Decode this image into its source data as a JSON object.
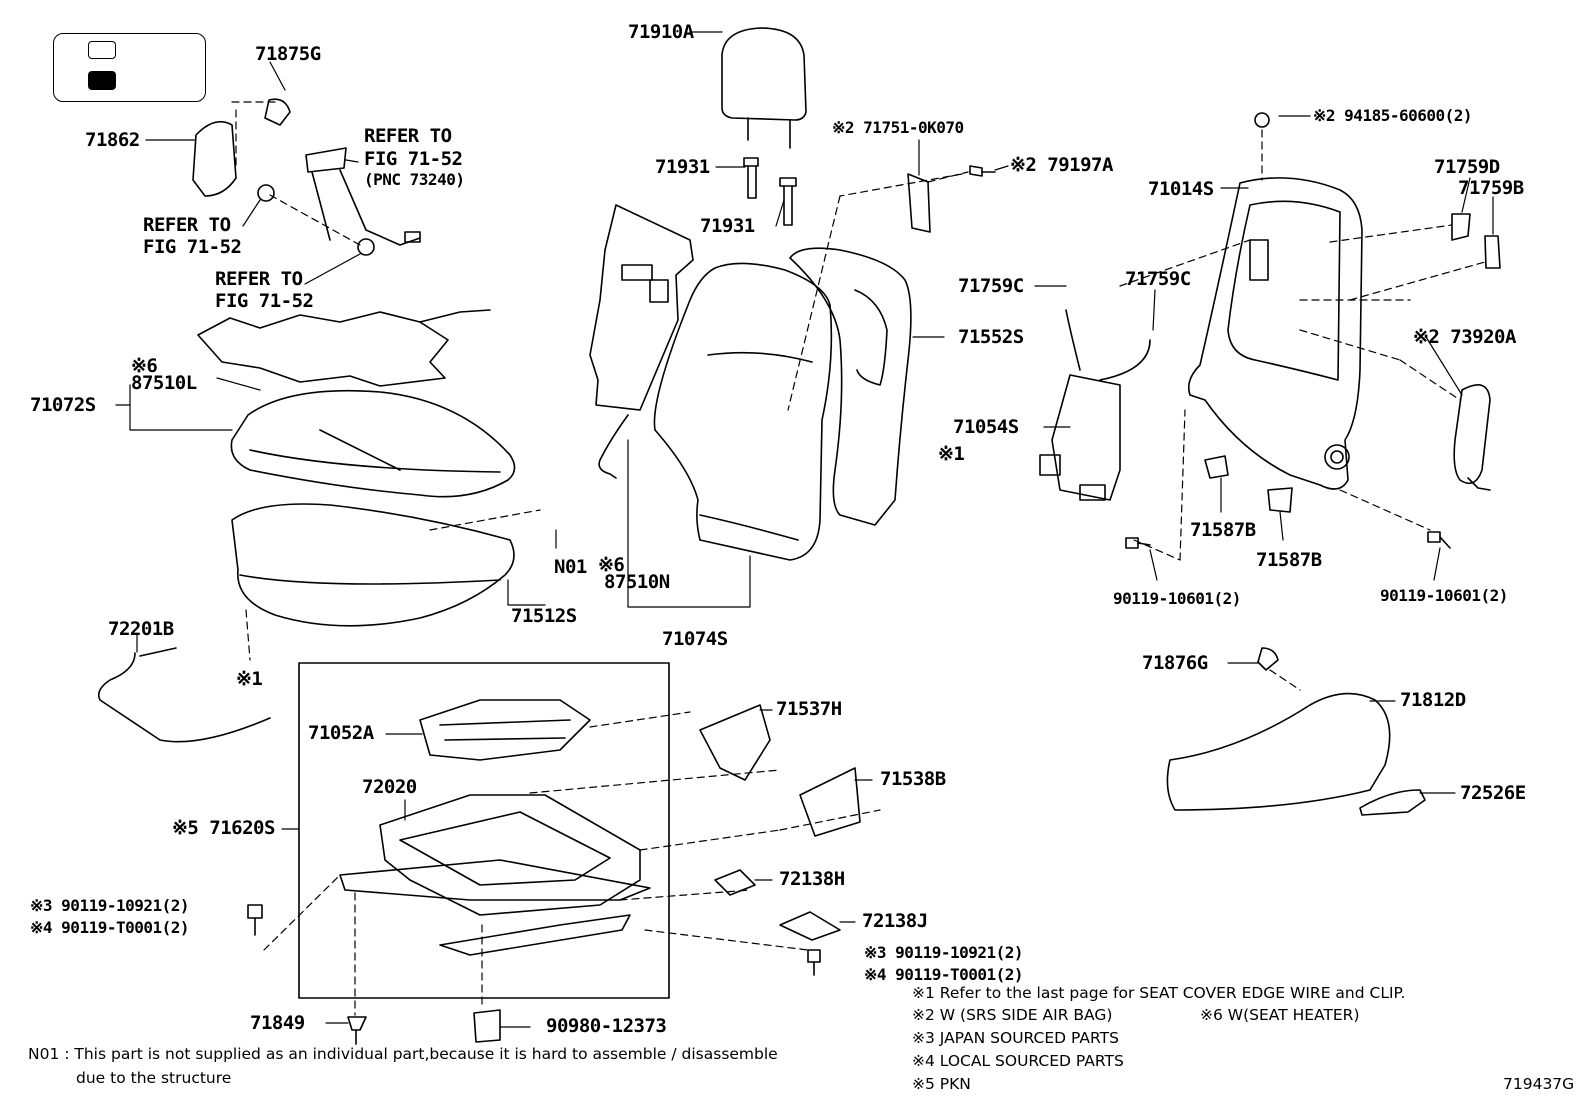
{
  "diagram_id": "719437G",
  "parts": {
    "p71910A": "71910A",
    "p71875G": "71875G",
    "p71862": "71862",
    "refer1_l1": "REFER TO",
    "refer1_l2": "FIG 71-52",
    "refer1_l3": "(PNC 73240)",
    "refer2_l1": "REFER TO",
    "refer2_l2": "FIG 71-52",
    "refer3_l1": "REFER TO",
    "refer3_l2": "FIG 71-52",
    "p71751": "※2 71751-0K070",
    "p71931a": "71931",
    "p71931b": "71931",
    "p79197A": "※2 79197A",
    "p94185": "※2 94185-60600(2)",
    "p71014S": "71014S",
    "p71759D": "71759D",
    "p71759B": "71759B",
    "p71759C_a": "71759C",
    "p71759C_b": "71759C",
    "p71552S": "71552S",
    "p73920A": "※2 73920A",
    "p71054S": "71054S",
    "mark6a": "※6",
    "p87510L": "87510L",
    "p71072S": "71072S",
    "mark1a": "※1",
    "p87510N_mark": "※6",
    "p87510N": "87510N",
    "pN01": "N01",
    "p71512S": "71512S",
    "p71074S": "71074S",
    "p71587B_a": "71587B",
    "p71587B_b": "71587B",
    "p90119_10601_a": "90119-10601(2)",
    "p90119_10601_b": "90119-10601(2)",
    "p72201B": "72201B",
    "mark1b": "※1",
    "p71876G": "71876G",
    "p71812D": "71812D",
    "p71052A": "71052A",
    "p71537H": "71537H",
    "p72020": "72020",
    "p71538B": "71538B",
    "p72526E": "72526E",
    "p71620S": "※5 71620S",
    "p72138H": "72138H",
    "p72138J": "72138J",
    "bolt_l_1": "※3 90119-10921(2)",
    "bolt_l_2": "※4 90119-T0001(2)",
    "bolt_r_1": "※3 90119-10921(2)",
    "bolt_r_2": "※4 90119-T0001(2)",
    "p71849": "71849",
    "p90980": "90980-12373"
  },
  "notes": {
    "n1": "※1  Refer to the last page for SEAT COVER EDGE WIRE and CLIP.",
    "n2": "※2  W (SRS SIDE AIR BAG)",
    "n6": "※6  W(SEAT HEATER)",
    "n3": "※3  JAPAN SOURCED PARTS",
    "n4": "※4  LOCAL SOURCED PARTS",
    "n5": "※5  PKN",
    "n01_l1": "N01 : This part is not supplied as an individual part,because it is hard to assemble / disassemble",
    "n01_l2": "due to the structure"
  }
}
